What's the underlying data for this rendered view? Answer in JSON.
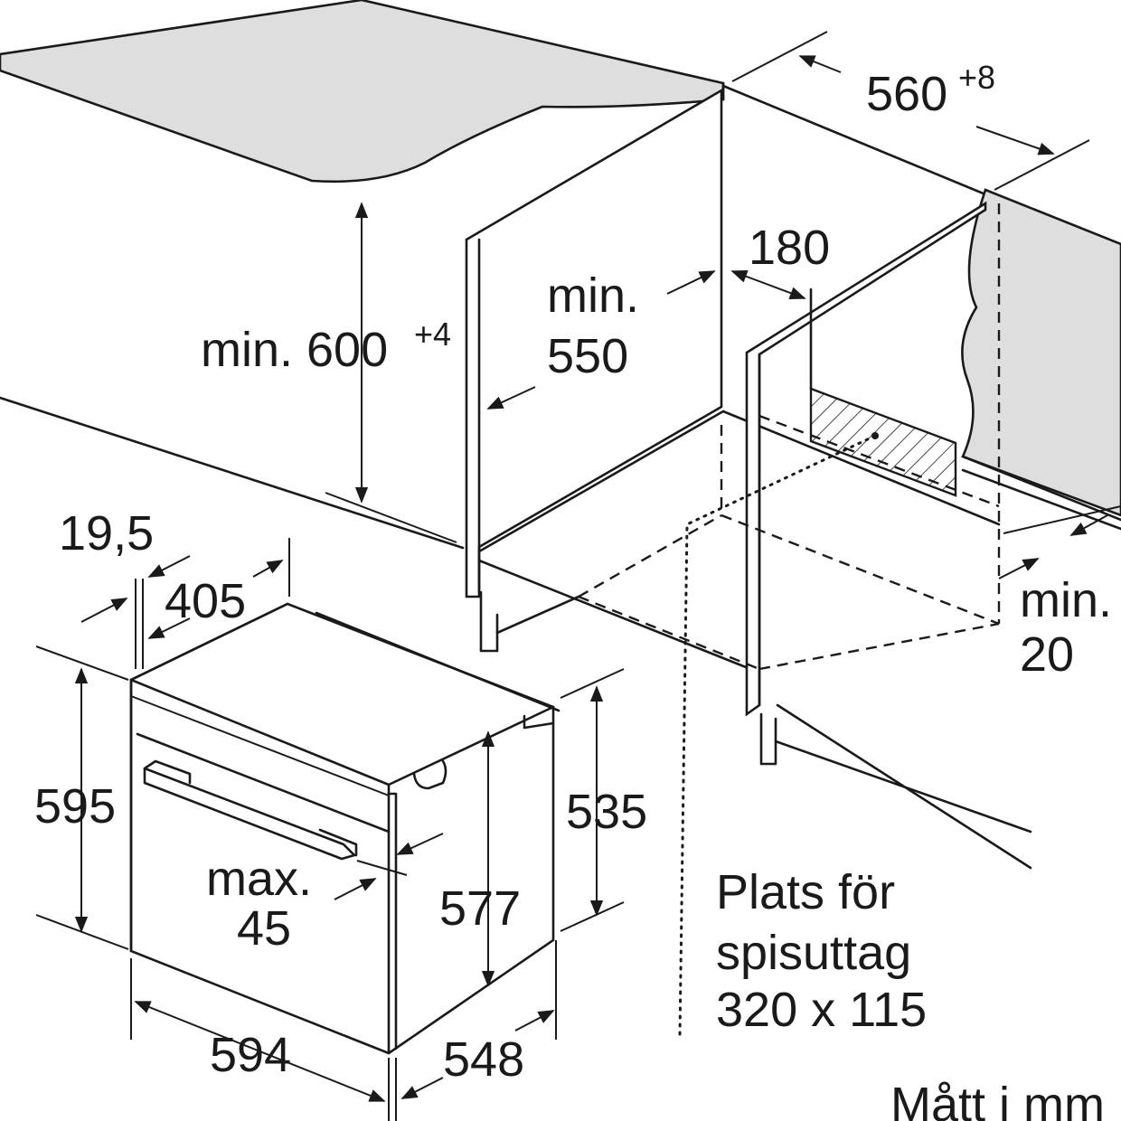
{
  "labels": {
    "opening_width": "560",
    "opening_width_tol": "+8",
    "opening_height": "min. 600",
    "opening_height_tol": "+4",
    "depth_min_line1": "min.",
    "depth_min_line2": "550",
    "socket_offset": "180",
    "rear_gap_line1": "min.",
    "rear_gap_line2": "20",
    "oven_front_thickness": "19,5",
    "oven_rail_depth": "405",
    "oven_height": "595",
    "oven_body_height": "535",
    "oven_inner_height": "577",
    "handle_line1": "max.",
    "handle_line2": "45",
    "oven_width": "594",
    "oven_depth": "548",
    "socket_line1": "Plats för",
    "socket_line2": "spisuttag",
    "socket_line3": "320 x 115",
    "units_note": "Mått i mm"
  }
}
